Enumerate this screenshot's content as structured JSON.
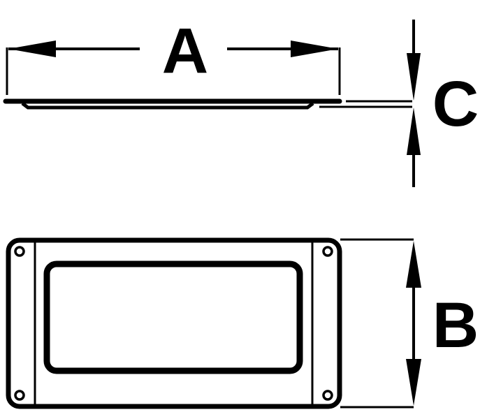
{
  "labels": {
    "a": "A",
    "b": "B",
    "c": "C"
  },
  "colors": {
    "stroke": "#000000",
    "background": "#ffffff"
  }
}
